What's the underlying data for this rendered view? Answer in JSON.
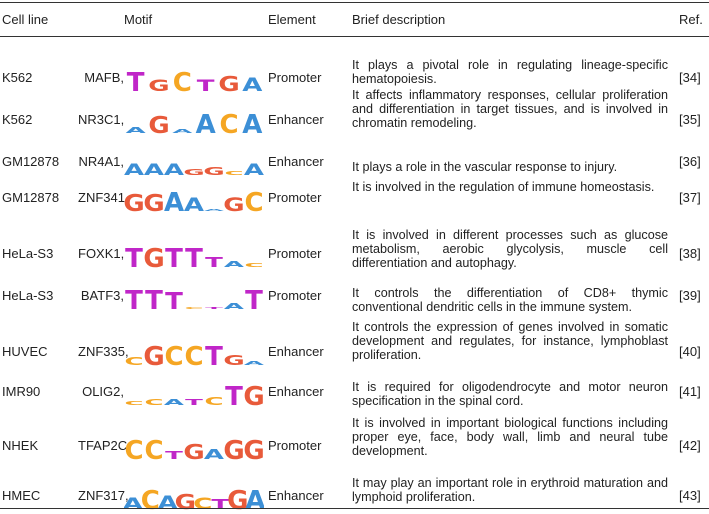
{
  "headers": {
    "cell_line": "Cell line",
    "motif": "Motif",
    "element": "Element",
    "description": "Brief description",
    "ref": "Ref."
  },
  "colors": {
    "A": "#3c8fd6",
    "C": "#f5a623",
    "G": "#e85a3a",
    "T": "#c026c8"
  },
  "rows": [
    {
      "cell_line": "K562",
      "tf": "MAFB,",
      "motif": "TGCTGA",
      "element": "Promoter",
      "description": "It plays a pivotal role in regulating lineage-specific hematopoiesis.",
      "ref": "[34]"
    },
    {
      "cell_line": "K562",
      "tf": "NR3C1,",
      "motif": "AGAACA",
      "element": "Enhancer",
      "description": "It affects inflammatory responses, cellular proliferation and differentiation in target tissues, and is involved in chromatin remodeling.",
      "ref": "[35]"
    },
    {
      "cell_line": "GM12878",
      "tf": "NR4A1,",
      "motif": "AAAGGCA",
      "element": "Enhancer",
      "description": "It plays a role in the vascular response to injury.",
      "ref": "[36]"
    },
    {
      "cell_line": "GM12878",
      "tf": "ZNF341,",
      "motif": "GGAAAGC",
      "element": "Promoter",
      "description": "It is involved in the regulation of immune homeostasis.",
      "ref": "[37]"
    },
    {
      "cell_line": "HeLa-S3",
      "tf": "FOXK1,",
      "motif": "TGTTTAC",
      "element": "Promoter",
      "description": "It is involved in different processes such as glucose metabolism, aerobic glycolysis, muscle cell differentiation and autophagy.",
      "ref": "[38]"
    },
    {
      "cell_line": "HeLa-S3",
      "tf": "BATF3,",
      "motif": "TTTCTAT",
      "element": "Promoter",
      "description": "It controls the differentiation of CD8+ thymic conventional dendritic cells in the immune system.",
      "ref": "[39]"
    },
    {
      "cell_line": "HUVEC",
      "tf": "ZNF335,",
      "motif": "CGCCTGA",
      "element": "Enhancer",
      "description": "It controls the expression of genes involved in somatic development and regulates, for instance, lymphoblast proliferation.",
      "ref": "[40]"
    },
    {
      "cell_line": "IMR90",
      "tf": "OLIG2,",
      "motif": "CCATCTG",
      "element": "Enhancer",
      "description": "It is required for oligodendrocyte and motor neuron specification in the spinal cord.",
      "ref": "[41]"
    },
    {
      "cell_line": "NHEK",
      "tf": "TFAP2C,",
      "motif": "CCTGAGG",
      "element": "Promoter",
      "description": "It is involved in important biological functions including proper eye, face, body wall, limb and neural tube development.",
      "ref": "[42]"
    },
    {
      "cell_line": "HMEC",
      "tf": "ZNF317,",
      "motif": "ACAGCTGA",
      "element": "Enhancer",
      "description": "It may play an important role in erythroid maturation and lymphoid proliferation.",
      "ref": "[43]"
    }
  ]
}
